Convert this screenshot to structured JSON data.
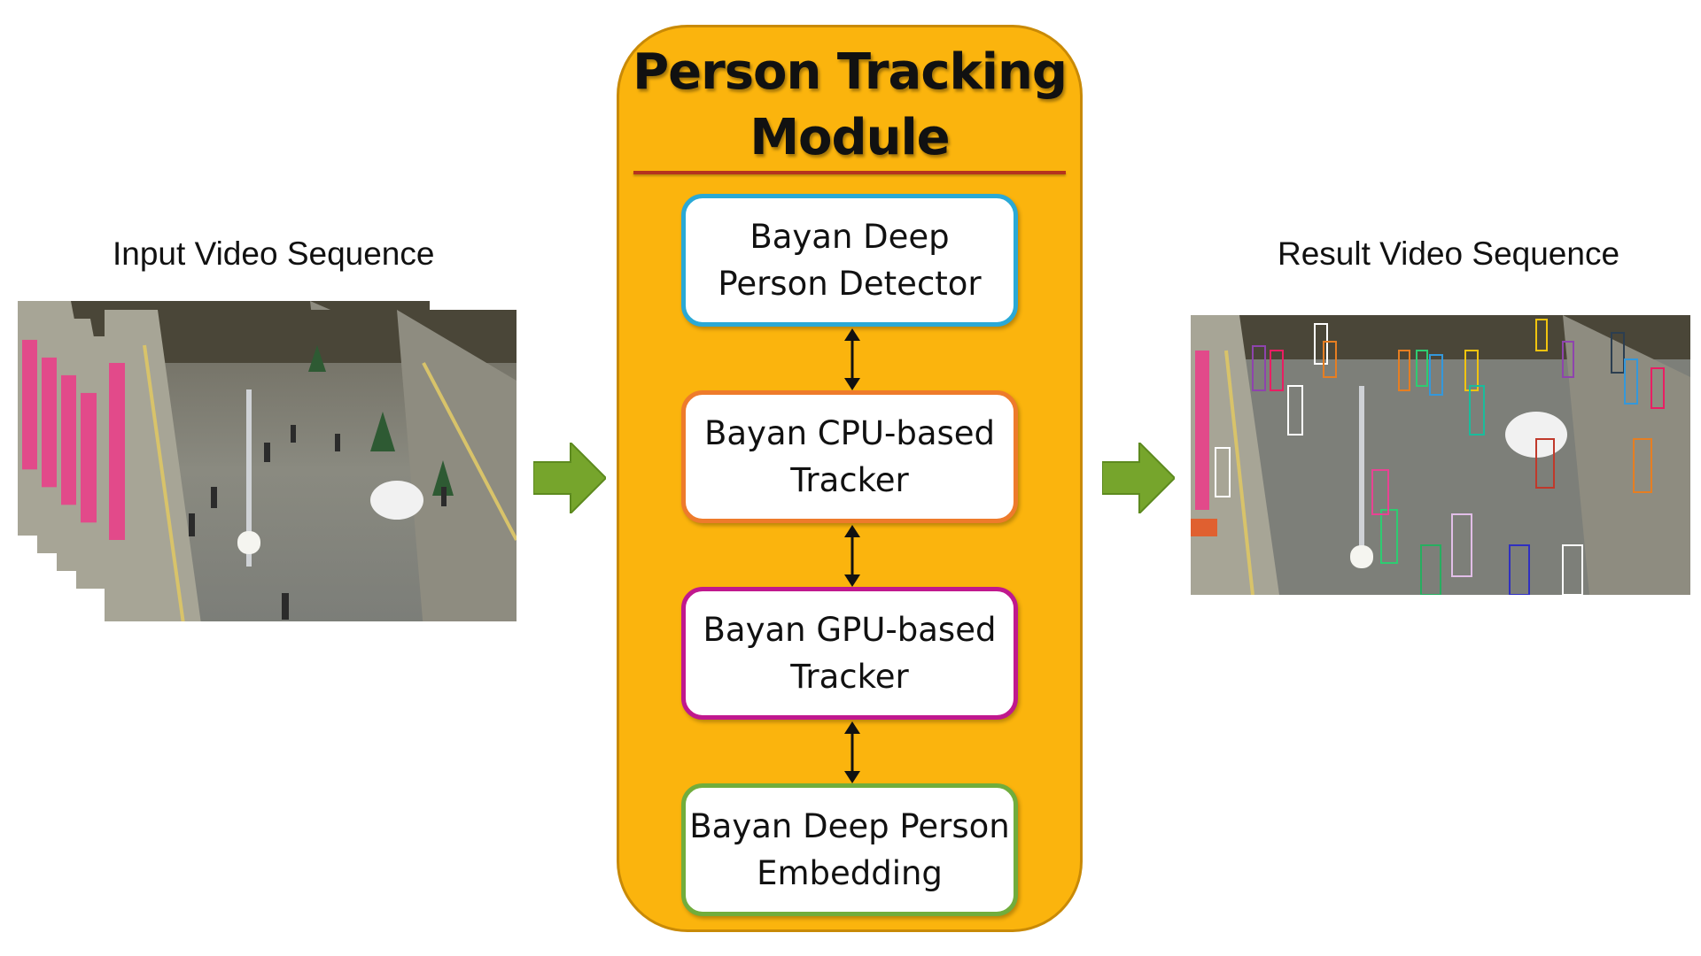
{
  "input": {
    "label": "Input Video Sequence"
  },
  "output": {
    "label": "Result Video Sequence"
  },
  "module": {
    "title_line1": "Person Tracking",
    "title_line2": "Module",
    "blocks": [
      {
        "line1": "Bayan Deep",
        "line2": "Person Detector",
        "border_color": "#2aa9d6"
      },
      {
        "line1": "Bayan CPU-based",
        "line2": "Tracker",
        "border_color": "#ee7b2b"
      },
      {
        "line1": "Bayan GPU-based",
        "line2": "Tracker",
        "border_color": "#c0188e"
      },
      {
        "line1": "Bayan Deep Person",
        "line2": "Embedding",
        "border_color": "#71ad3c"
      }
    ]
  },
  "colors": {
    "module_fill": "#fbb40d",
    "title_rule": "#b5341e",
    "flow_arrow": "#76a52c"
  }
}
